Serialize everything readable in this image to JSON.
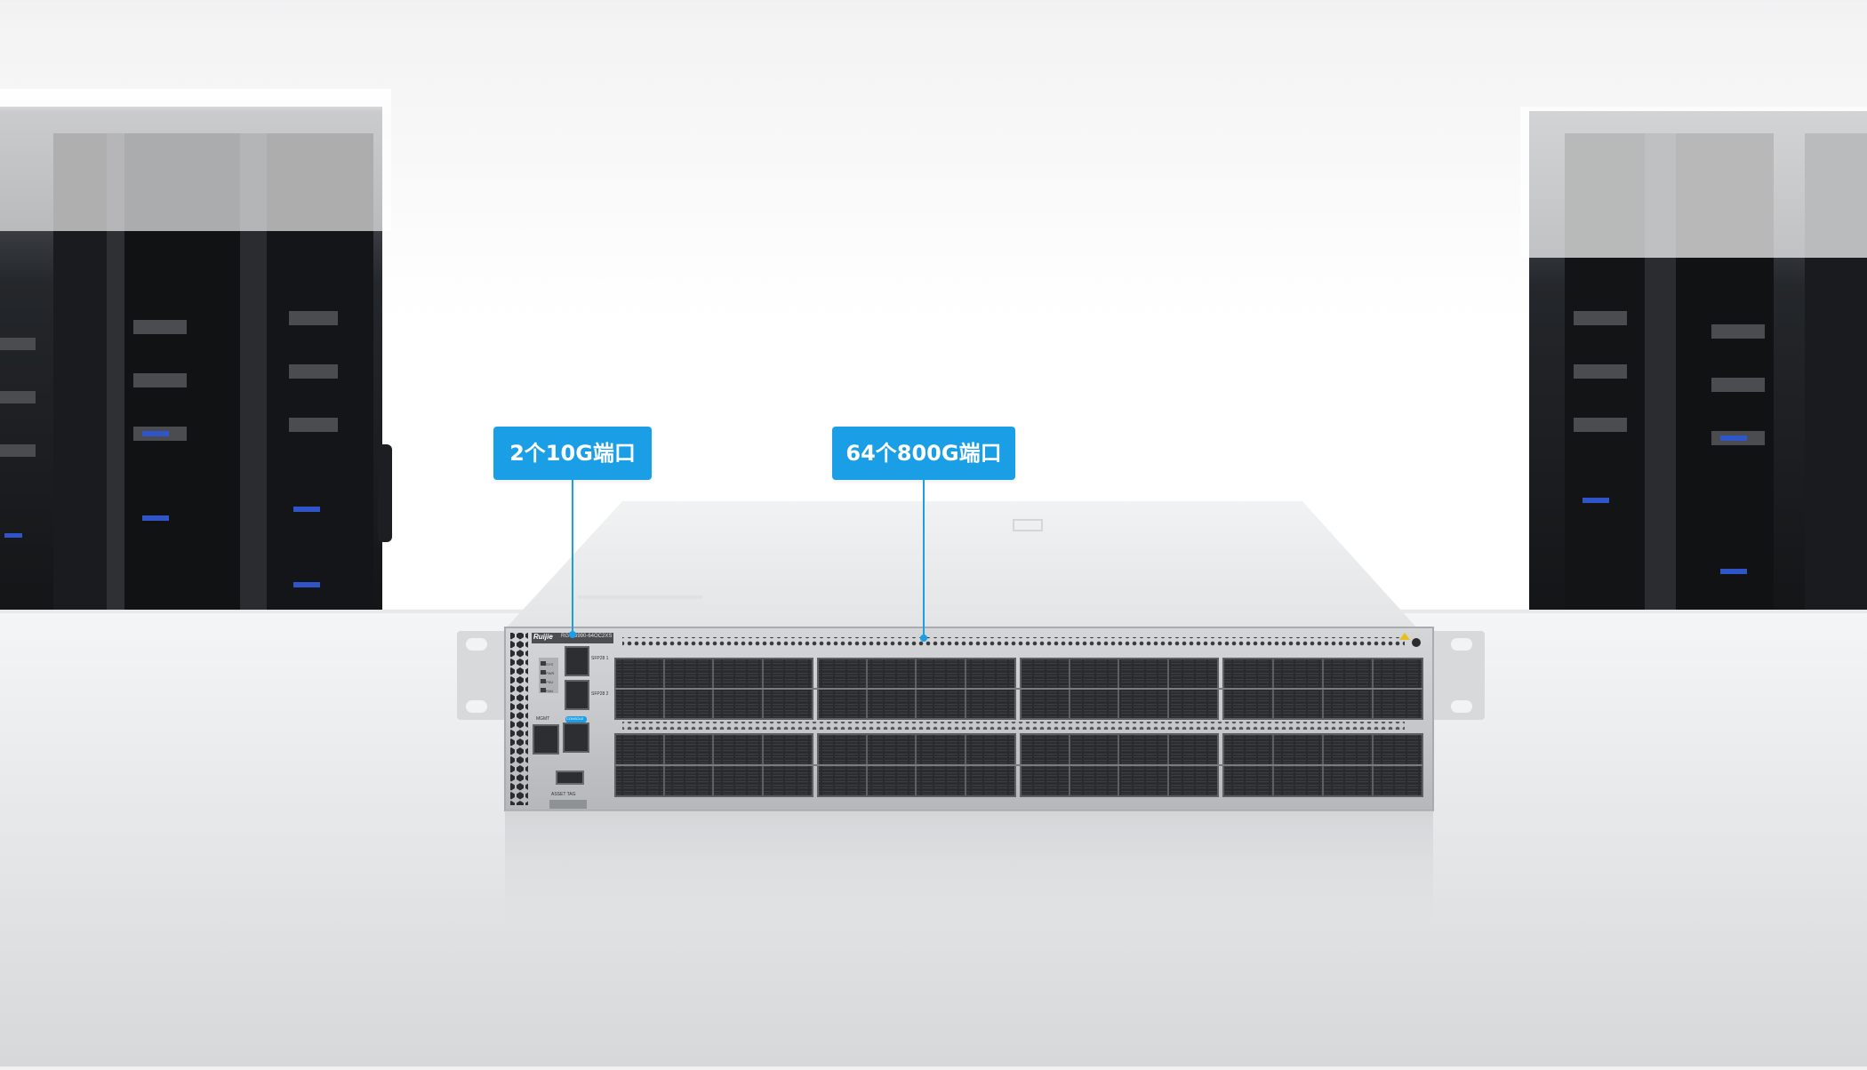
{
  "callouts": [
    {
      "label": "2个10G端口"
    },
    {
      "label": "64个800G端口"
    }
  ],
  "device": {
    "brand": "Ruijie",
    "model": "RG-S6990-64OC2XS",
    "sfp_labels": [
      "SFP28 1",
      "SFP28 2"
    ],
    "mgmt_label": "MGMT",
    "console_label": "CONSOLE",
    "asset_tag_label": "ASSET TAG",
    "status_leds": [
      "SYS",
      "PWR",
      "PSU",
      "FAN"
    ]
  },
  "colors": {
    "accent": "#1a9ee6",
    "chassis": "#c9cbce",
    "rack": "#1d1f22"
  }
}
